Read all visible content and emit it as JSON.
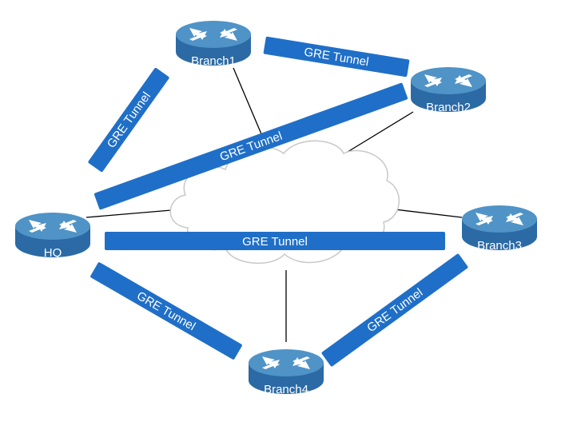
{
  "colors": {
    "tunnel": "#1f6fc8",
    "router_top": "#4f93c7",
    "router_body": "#2b6aa5",
    "link": "#000000",
    "cloud_stroke": "#c8c8c8"
  },
  "icons": [
    "router-icon",
    "cloud-icon",
    "arrow-icon"
  ],
  "routers": {
    "branch1": "Branch1",
    "branch2": "Branch2",
    "branch3": "Branch3",
    "branch4": "Branch4",
    "hq": "HQ"
  },
  "tunnels": {
    "branch1_branch2": "GRE Tunnel",
    "hq_branch1": "GRE Tunnel",
    "hq_branch2": "GRE Tunnel",
    "hq_branch3": "GRE Tunnel",
    "hq_branch4": "GRE Tunnel",
    "branch3_branch4": "GRE Tunnel"
  }
}
